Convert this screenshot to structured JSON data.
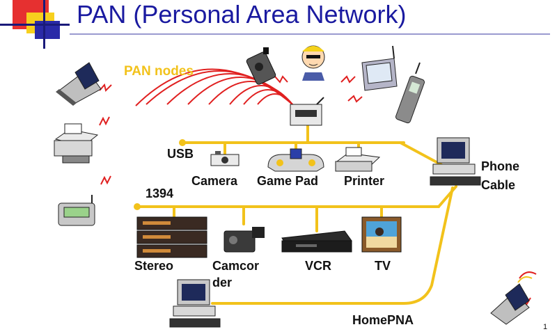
{
  "slide": {
    "title": "PAN (Personal Area Network)",
    "page_number": "1"
  },
  "labels": {
    "pan_nodes": "PAN nodes",
    "usb": "USB",
    "camera": "Camera",
    "game_pad": "Game Pad",
    "printer": "Printer",
    "phone": "Phone",
    "cable": "Cable",
    "ieee1394": "1394",
    "stereo": "Stereo",
    "camcorder_1": "Camcor",
    "camcorder_2": "der",
    "vcr": "VCR",
    "tv": "TV",
    "homepna": "HomePNA"
  },
  "colors": {
    "title": "#1a1aa0",
    "network_line": "#f2c21b",
    "wireless_signal": "#e02020",
    "corner_red": "#e63030",
    "corner_yellow": "#f7d01e",
    "corner_blue": "#2a2aa8"
  },
  "icons": [
    "laptop-icon",
    "printer-icon",
    "pager-icon",
    "walkman-icon",
    "person-icon",
    "pda-icon",
    "cell-phone-icon",
    "hub-icon",
    "camera-icon",
    "game-pad-icon",
    "desktop-computer-icon",
    "stereo-icon",
    "camcorder-icon",
    "vcr-icon",
    "tv-icon",
    "wireless-laptop-icon"
  ]
}
